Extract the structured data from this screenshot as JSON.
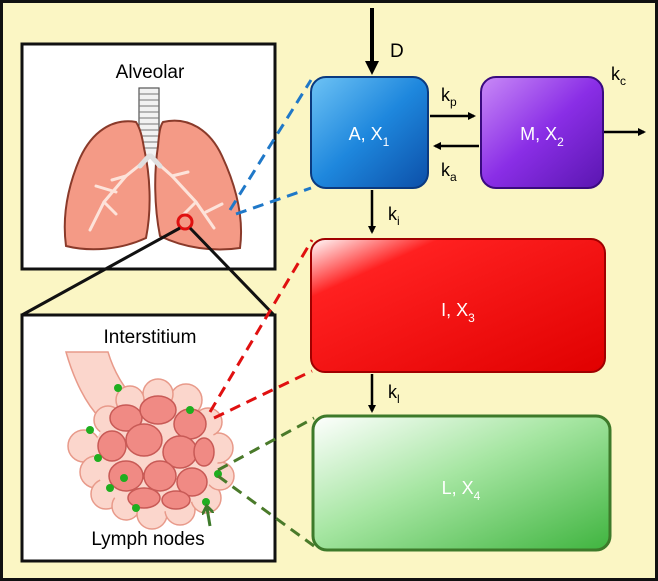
{
  "panels": {
    "alveolar": {
      "title": "Alveolar"
    },
    "interstitium": {
      "title": "Interstitium",
      "caption": "Lymph nodes"
    }
  },
  "compartments": {
    "A": {
      "name": "A, X",
      "sub": "1"
    },
    "M": {
      "name": "M, X",
      "sub": "2"
    },
    "I": {
      "name": "I, X",
      "sub": "3"
    },
    "L": {
      "name": "L, X",
      "sub": "4"
    }
  },
  "rates": {
    "dose": "D",
    "kp": {
      "base": "k",
      "sub": "p"
    },
    "ka": {
      "base": "k",
      "sub": "a"
    },
    "kc": {
      "base": "k",
      "sub": "c"
    },
    "ki": {
      "base": "k",
      "sub": "i"
    },
    "kl": {
      "base": "k",
      "sub": "l"
    }
  },
  "colors": {
    "background": "#fbf6c4",
    "alveolar_link": "#1f78c8",
    "interstitium_link": "#e01010",
    "lymph_link": "#4a7a2a"
  }
}
